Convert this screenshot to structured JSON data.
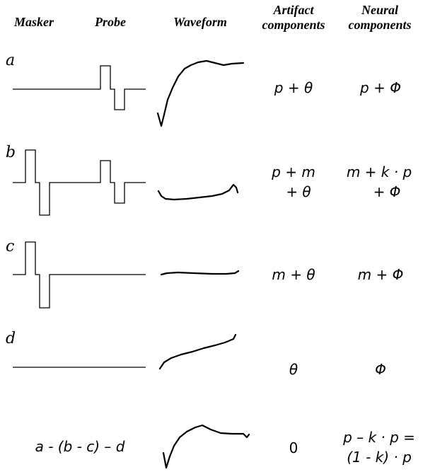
{
  "headers": {
    "masker": "Masker",
    "probe": "Probe",
    "waveform": "Waveform",
    "artifact_line1": "Artifact",
    "artifact_line2": "components",
    "neural_line1": "Neural",
    "neural_line2": "components"
  },
  "rows": [
    {
      "label": "a",
      "artifact": [
        "p + θ"
      ],
      "neural": [
        "p + Φ"
      ]
    },
    {
      "label": "b",
      "artifact": [
        "p + m",
        "+ θ"
      ],
      "neural": [
        "m + k · p",
        "+ Φ"
      ]
    },
    {
      "label": "c",
      "artifact": [
        "m + θ"
      ],
      "neural": [
        "m + Φ"
      ]
    },
    {
      "label": "d",
      "artifact": [
        "θ"
      ],
      "neural": [
        "Φ"
      ]
    },
    {
      "label": "a - (b - c) – d",
      "artifact": [
        "0"
      ],
      "neural": [
        "p – k · p =",
        "(1 - k) · p"
      ]
    }
  ],
  "colors": {
    "ink": "#000000",
    "background": "#ffffff"
  }
}
